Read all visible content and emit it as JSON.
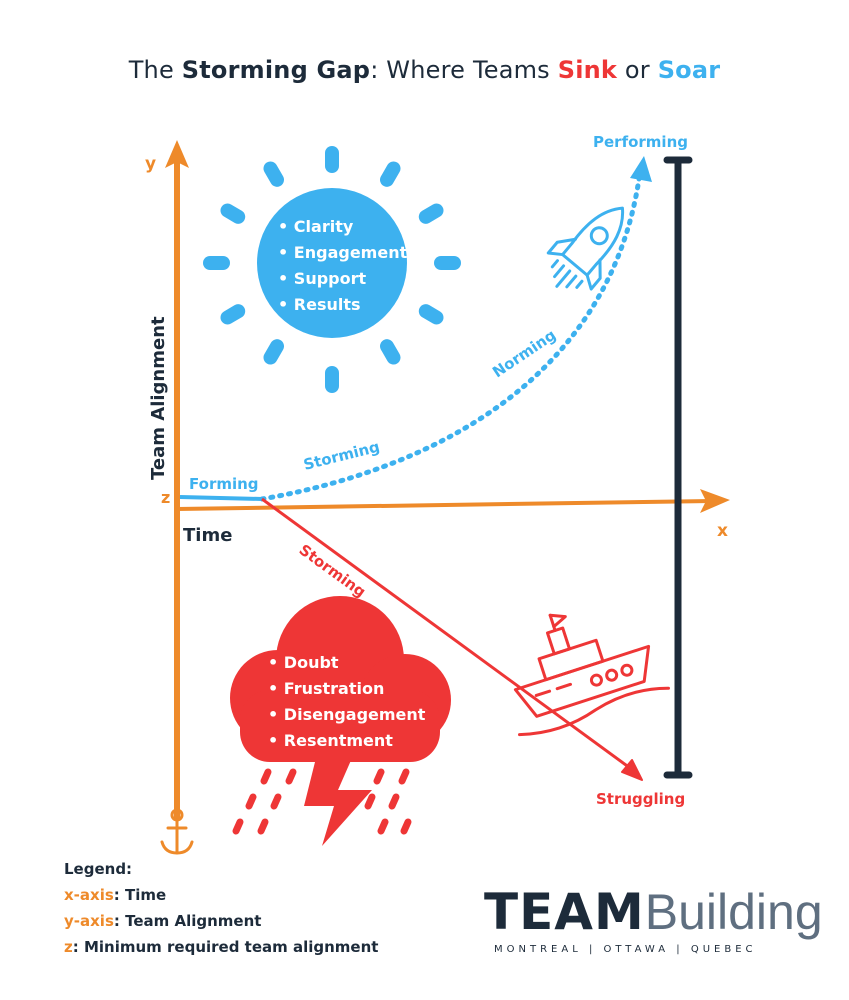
{
  "title": {
    "pre": "The ",
    "bold1": "Storming Gap",
    "mid": ": Where Teams ",
    "sink": "Sink",
    "or": " or ",
    "soar": "Soar"
  },
  "axes": {
    "y_letter": "y",
    "x_letter": "x",
    "z_letter": "z",
    "y_label": "Team Alignment",
    "x_label": "Time"
  },
  "stages": {
    "forming": "Forming",
    "storming_up": "Storming",
    "norming": "Norming",
    "performing": "Performing",
    "storming_down": "Storming",
    "struggling": "Struggling"
  },
  "sun_items": [
    "• Clarity",
    "• Engagement",
    "• Support",
    "• Results"
  ],
  "storm_items": [
    "• Doubt",
    "• Frustration",
    "• Disengagement",
    "• Resentment"
  ],
  "legend": {
    "heading": "Legend:",
    "x_key": "x-axis",
    "x_val": ": Time",
    "y_key": "y-axis",
    "y_val": ": Team Alignment",
    "z_key": "z",
    "z_val": ": Minimum required team alignment"
  },
  "logo": {
    "team": "TEAM",
    "building": "Building",
    "cities": "MONTREAL  |  OTTAWA  |  QUEBEC"
  },
  "colors": {
    "orange": "#ee8a2a",
    "blue": "#3db1ef",
    "red": "#ee3636",
    "navy": "#1d2b3a"
  },
  "icons": [
    "sun-icon",
    "rocket-icon",
    "ship-icon",
    "storm-cloud-icon",
    "anchor-icon"
  ]
}
